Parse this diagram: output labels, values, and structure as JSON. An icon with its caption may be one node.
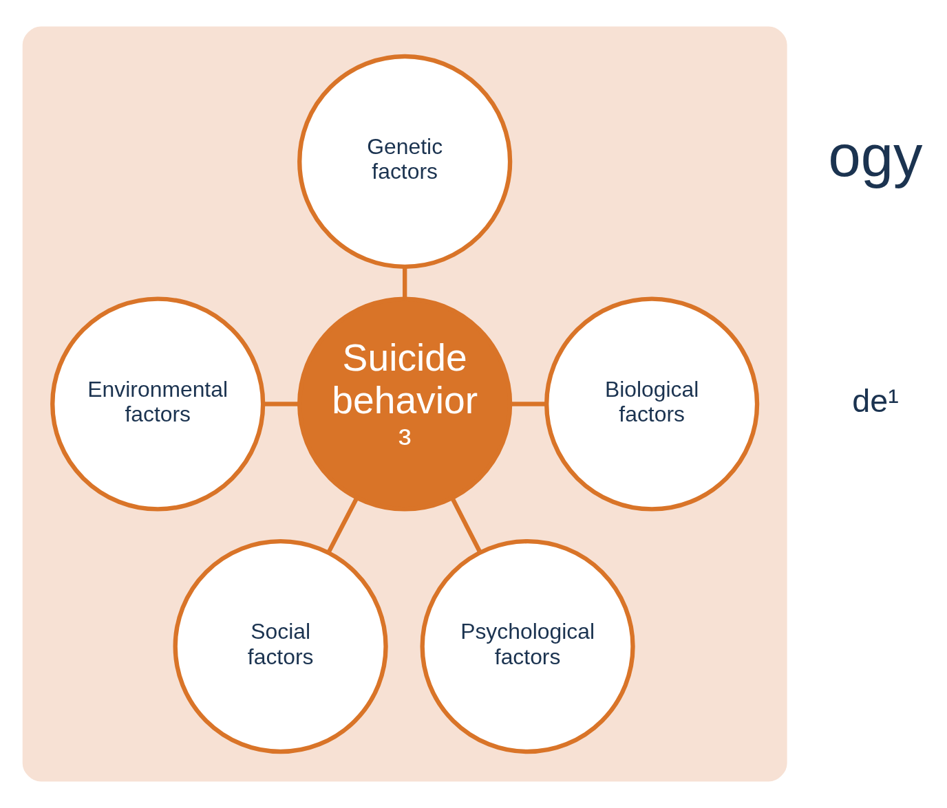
{
  "diagram": {
    "nodes": [
      {
        "text": [],
        "shape": "hexagon"
      },
      {
        "text": [
          "Genetic factors"
        ],
        "in": 0
      },
      {
        "text": [
          "Environmental factors"
        ],
        "in": 0
      },
      {
        "text": [
          "Suicide behavior³"
        ],
        "in": 0
      },
      {
        "text": [
          "Biological factors"
        ],
        "in": 0
      },
      {
        "text": [
          "Social factors"
        ],
        "in": 0
      },
      {
        "text": [
          "Psychological factors"
        ],
        "in": 0
      }
    ],
    "edges": [
      {
        "from": 3,
        "to": 1,
        "arrow": "none"
      },
      {
        "from": 2,
        "to": 3,
        "arrow": "none"
      },
      {
        "from": 3,
        "to": 4,
        "arrow": "none"
      },
      {
        "from": 3,
        "to": 5,
        "arrow": "none"
      },
      {
        "from": 3,
        "to": 6,
        "arrow": "none"
      }
    ],
    "labels": [
      "ogy",
      "de¹"
    ]
  }
}
